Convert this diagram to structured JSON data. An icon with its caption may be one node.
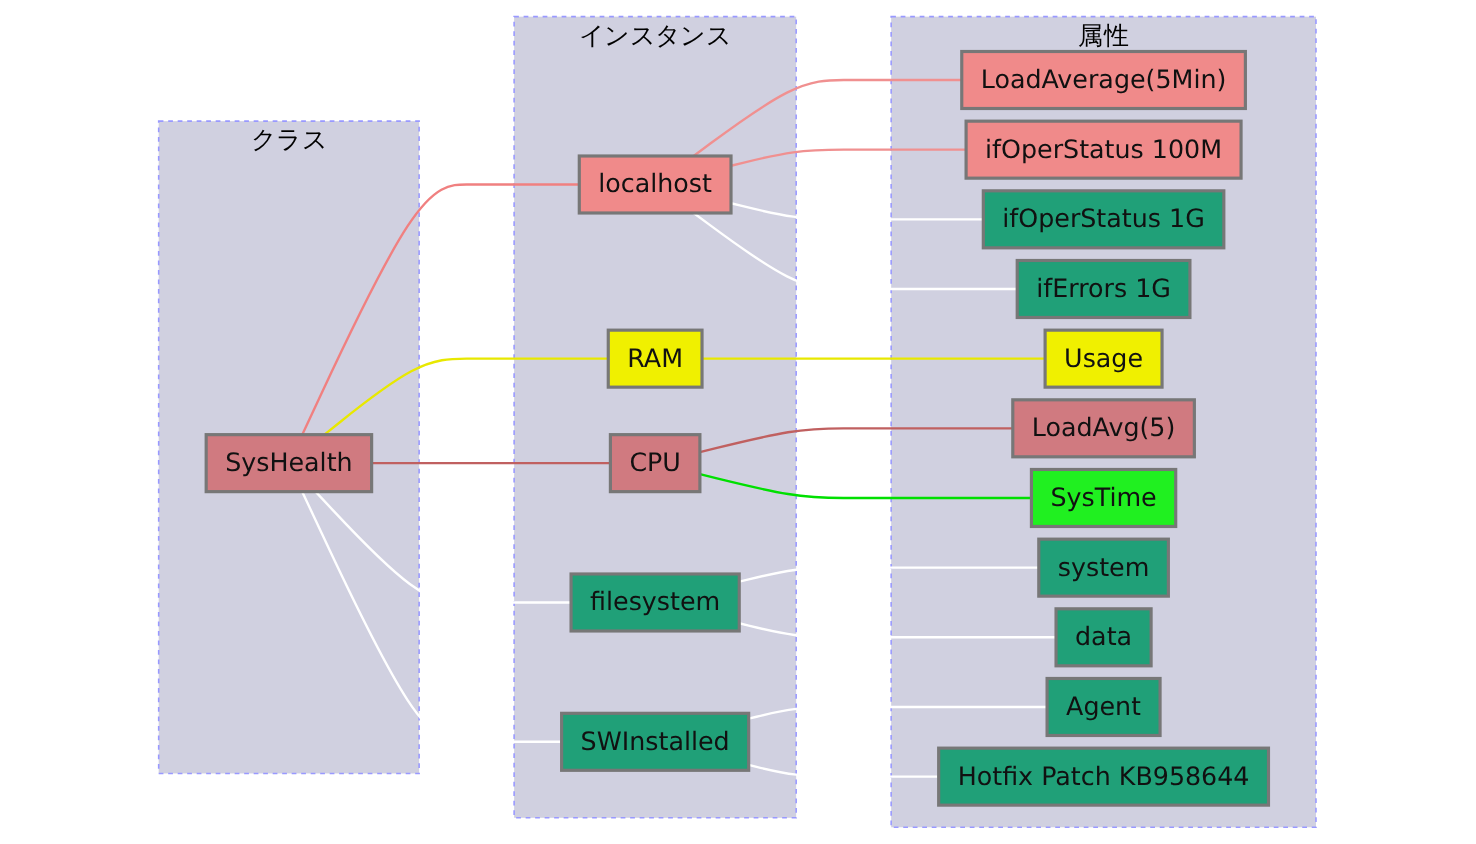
{
  "diagram": {
    "nodes": [
      {
        "text": [
          "クラス"
        ]
      },
      {
        "text": [
          "インスタンス"
        ]
      },
      {
        "text": [
          "属性"
        ]
      },
      {
        "text": [
          "SysHealth"
        ],
        "in": 0
      },
      {
        "text": [
          "localhost"
        ],
        "in": 1
      },
      {
        "text": [
          "RAM"
        ],
        "in": 1
      },
      {
        "text": [
          "CPU"
        ],
        "in": 1
      },
      {
        "text": [
          "filesystem"
        ],
        "in": 1
      },
      {
        "text": [
          "SWInstalled"
        ],
        "in": 1
      },
      {
        "text": [
          "LoadAverage(5Min)"
        ],
        "in": 2
      },
      {
        "text": [
          "ifOperStatus 100M"
        ],
        "in": 2
      },
      {
        "text": [
          "ifOperStatus 1G"
        ],
        "in": 2
      },
      {
        "text": [
          "ifErrors 1G"
        ],
        "in": 2
      },
      {
        "text": [
          "Usage"
        ],
        "in": 2
      },
      {
        "text": [
          "LoadAvg(5)"
        ],
        "in": 2
      },
      {
        "text": [
          "SysTime"
        ],
        "in": 2
      },
      {
        "text": [
          "system"
        ],
        "in": 2
      },
      {
        "text": [
          "data"
        ],
        "in": 2
      },
      {
        "text": [
          "Agent"
        ],
        "in": 2
      },
      {
        "text": [
          "Hotfix Patch KB958644"
        ],
        "in": 2
      }
    ],
    "edges": [
      {
        "from": 3,
        "to": 4,
        "arrow": "none",
        "color": "#f08080"
      },
      {
        "from": 3,
        "to": 5,
        "arrow": "none",
        "color": "#e8e800"
      },
      {
        "from": 3,
        "to": 6,
        "arrow": "none",
        "color": "#c06060"
      },
      {
        "from": 3,
        "to": 7,
        "arrow": "none"
      },
      {
        "from": 3,
        "to": 8,
        "arrow": "none"
      },
      {
        "from": 4,
        "to": 9,
        "arrow": "none",
        "color": "#f09090"
      },
      {
        "from": 4,
        "to": 10,
        "arrow": "none",
        "color": "#f09090"
      },
      {
        "from": 4,
        "to": 11,
        "arrow": "none"
      },
      {
        "from": 4,
        "to": 12,
        "arrow": "none"
      },
      {
        "from": 5,
        "to": 13,
        "arrow": "none",
        "color": "#e8e800"
      },
      {
        "from": 6,
        "to": 14,
        "arrow": "none",
        "color": "#c06060"
      },
      {
        "from": 6,
        "to": 15,
        "arrow": "none",
        "color": "#00e000"
      },
      {
        "from": 7,
        "to": 16,
        "arrow": "none"
      },
      {
        "from": 7,
        "to": 17,
        "arrow": "none"
      },
      {
        "from": 8,
        "to": 18,
        "arrow": "none"
      },
      {
        "from": 8,
        "to": 19,
        "arrow": "none"
      }
    ]
  }
}
